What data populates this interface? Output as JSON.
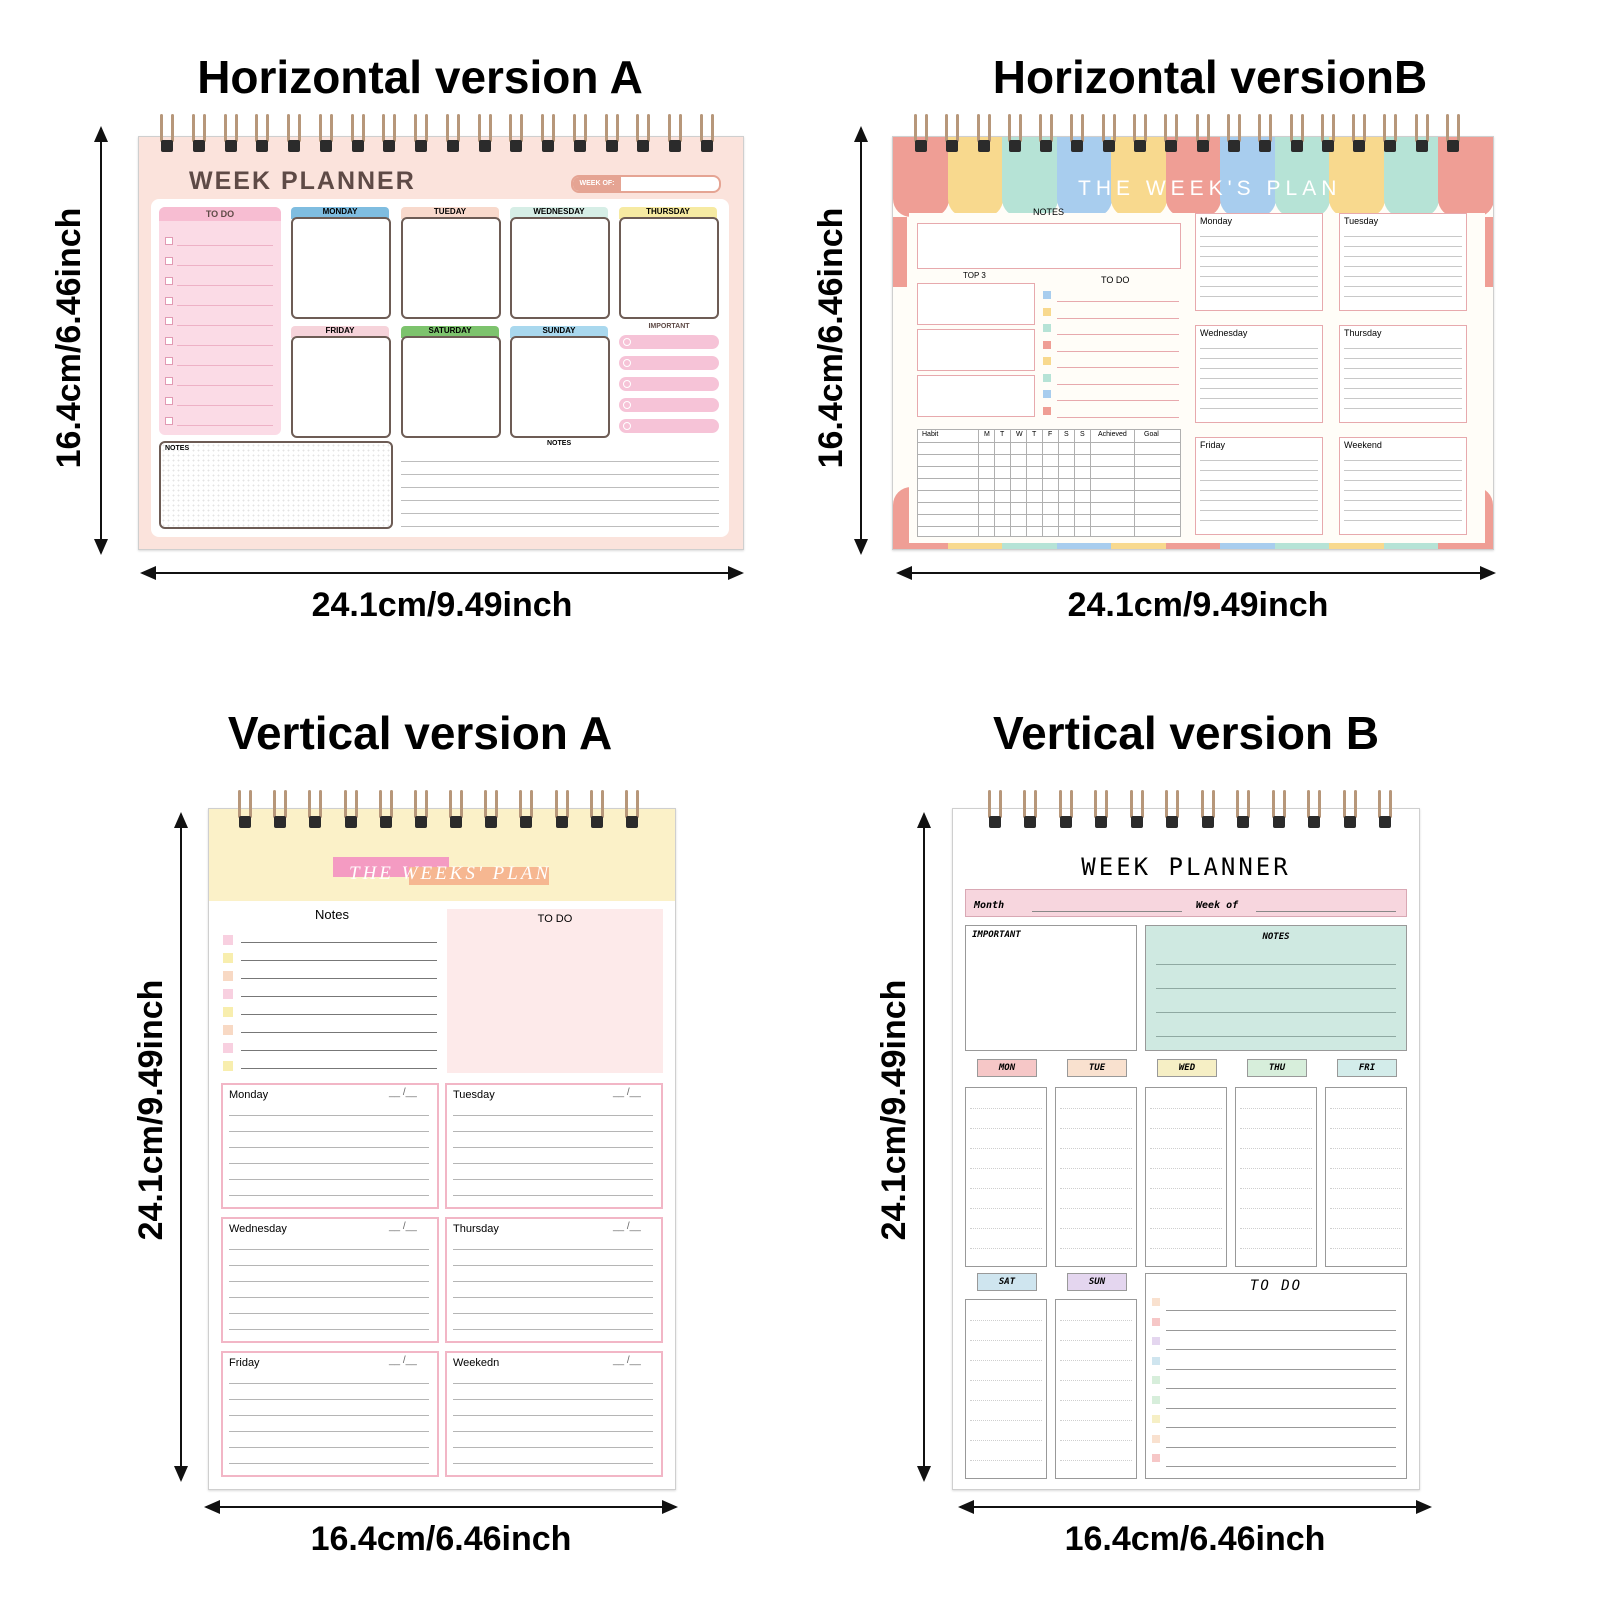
{
  "panels": [
    {
      "title": "Horizontal version A",
      "width_label": "24.1cm/9.49inch",
      "height_label": "16.4cm/6.46inch"
    },
    {
      "title": "Horizontal versionB",
      "width_label": "24.1cm/9.49inch",
      "height_label": "16.4cm/6.46inch"
    },
    {
      "title": "Vertical version A",
      "width_label": "16.4cm/6.46inch",
      "height_label": "24.1cm/9.49inch"
    },
    {
      "title": "Vertical version B",
      "width_label": "16.4cm/6.46inch",
      "height_label": "24.1cm/9.49inch"
    }
  ],
  "hA": {
    "heading": "WEEK PLANNER",
    "week_of": "WEEK OF:",
    "todo": "TO DO",
    "days": [
      "MONDAY",
      "TUEDAY",
      "WEDNESDAY",
      "THURSDAY",
      "FRIDAY",
      "SATURDAY",
      "SUNDAY"
    ],
    "important": "IMPORTANT",
    "notes_left": "NOTES",
    "notes_right": "NOTES",
    "colors": {
      "bg": "#fbe3dc",
      "todo": "#f7bdd2",
      "mon": "#7fbde0",
      "tue": "#f8d9cc",
      "wed": "#d6eee6",
      "thu": "#f6eaa2",
      "fri": "#f6d3da",
      "sat": "#7dc36d",
      "sun": "#a9d8ee"
    }
  },
  "hB": {
    "heading": "THE WEEK'S PLAN",
    "notes": "NOTES",
    "top3": "TOP 3",
    "todo": "TO DO",
    "habit_cols": [
      "Habit",
      "M",
      "T",
      "W",
      "T",
      "F",
      "S",
      "S",
      "Achieved",
      "Goal"
    ],
    "days": [
      "Monday",
      "Tuesday",
      "Wednesday",
      "Thursday",
      "Friday",
      "Weekend"
    ],
    "stripe_colors": [
      "#ef9e95",
      "#f8d98e",
      "#b6e3d6",
      "#a8cdee",
      "#f8d98e",
      "#ef9e95",
      "#a8cdee",
      "#b6e3d6",
      "#f8d98e",
      "#b6e3d6",
      "#ef9e95"
    ]
  },
  "vA": {
    "heading": "THE WEEKS' PLAN",
    "notes": "Notes",
    "todo": "TO DO",
    "days": [
      "Monday",
      "Tuesday",
      "Wednesday",
      "Thursday",
      "Friday",
      "Weekedn"
    ],
    "date_mark": "__ /__",
    "colors": {
      "top": "#fbf1c8",
      "todo_bg": "#fdeaea",
      "day_border": "#f2b6c6"
    }
  },
  "vB": {
    "heading": "WEEK PLANNER",
    "month": "Month",
    "week_of": "Week of",
    "important": "IMPORTANT",
    "notes": "NOTES",
    "days": [
      "MON",
      "TUE",
      "WED",
      "THU",
      "FRI",
      "SAT",
      "SUN"
    ],
    "todo": "TO DO",
    "colors": {
      "band": "#f7d6de",
      "notes": "#cfe9e1",
      "mon": "#f6c7c7",
      "tue": "#f9e1cf",
      "wed": "#f6efc5",
      "thu": "#d7eedb",
      "fri": "#d3ecea",
      "sat": "#cfe5ef",
      "sun": "#e4d6ef"
    }
  }
}
